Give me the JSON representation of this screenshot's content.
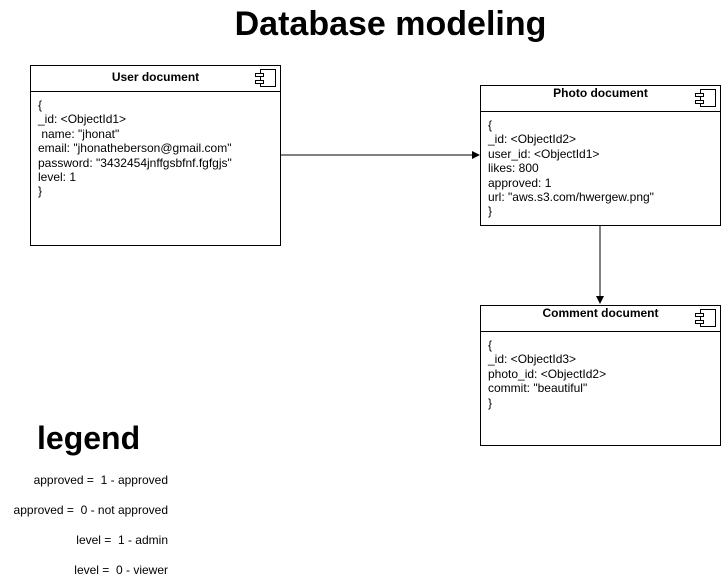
{
  "title": "Database modeling",
  "documents": {
    "user": {
      "title": "User document",
      "body": "{\n_id: <ObjectId1>\n name: \"jhonat\"\nemail: \"jhonatheberson@gmail.com\"\npassword: \"3432454jnffgsbfnf.fgfgjs\"\nlevel: 1\n}"
    },
    "photo": {
      "title": "Photo document",
      "body": "{\n_id: <ObjectId2>\nuser_id: <ObjectId1>\nlikes: 800\napproved: 1\nurl: \"aws.s3.com/hwergew.png\"\n}"
    },
    "comment": {
      "title": "Comment document",
      "body": "{\n_id: <ObjectId3>\nphoto_id: <ObjectId2>\ncommit: \"beautiful\"\n}"
    }
  },
  "legend": {
    "title": "legend",
    "items": [
      "approved =  1 - approved",
      "approved =  0 - not approved",
      "level =  1 - admin",
      "level =  0 - viewer"
    ]
  },
  "icons": [
    "component-icon"
  ]
}
